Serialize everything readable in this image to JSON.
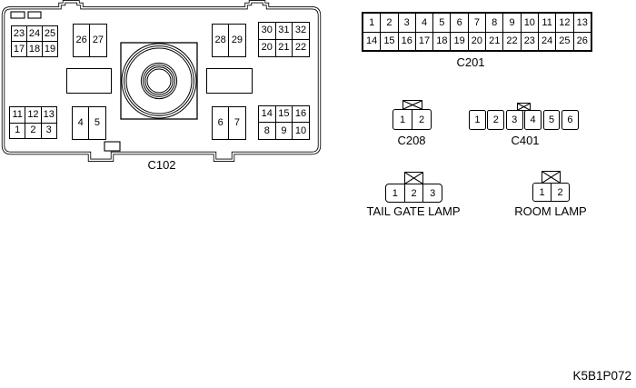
{
  "page": {
    "code": "K5B1P072"
  },
  "colors": {
    "line": "#000000",
    "background": "#ffffff"
  },
  "icons": {
    "crossed_box_symbol": "boxed-X latch mark (⊠)"
  },
  "c102": {
    "label": "C102",
    "groups": {
      "top_left": [
        [
          "23",
          "24",
          "25"
        ],
        [
          "17",
          "18",
          "19"
        ]
      ],
      "top_mid_left": [
        [
          "26",
          "27"
        ]
      ],
      "top_mid_right": [
        [
          "28",
          "29"
        ]
      ],
      "top_right": [
        [
          "30",
          "31",
          "32"
        ],
        [
          "20",
          "21",
          "22"
        ]
      ],
      "bottom_left": [
        [
          "11",
          "12",
          "13"
        ],
        [
          "1",
          "2",
          "3"
        ]
      ],
      "bottom_mid_left": [
        [
          "4",
          "5"
        ]
      ],
      "bottom_mid_right": [
        [
          "6",
          "7"
        ]
      ],
      "bottom_right": [
        [
          "14",
          "15",
          "16"
        ],
        [
          "8",
          "9",
          "10"
        ]
      ]
    }
  },
  "c201": {
    "label": "C201",
    "rows": [
      [
        "1",
        "2",
        "3",
        "4",
        "5",
        "6",
        "7",
        "8",
        "9",
        "10",
        "11",
        "12",
        "13"
      ],
      [
        "14",
        "15",
        "16",
        "17",
        "18",
        "19",
        "20",
        "21",
        "22",
        "23",
        "24",
        "25",
        "26"
      ]
    ]
  },
  "c208": {
    "label": "C208",
    "pins": [
      "1",
      "2"
    ]
  },
  "c401": {
    "label": "C401",
    "pins": [
      "1",
      "2",
      "3",
      "4",
      "5",
      "6"
    ]
  },
  "tail_gate_lamp": {
    "label": "TAIL GATE LAMP",
    "pins": [
      "1",
      "2",
      "3"
    ]
  },
  "room_lamp": {
    "label": "ROOM LAMP",
    "pins": [
      "1",
      "2"
    ]
  }
}
